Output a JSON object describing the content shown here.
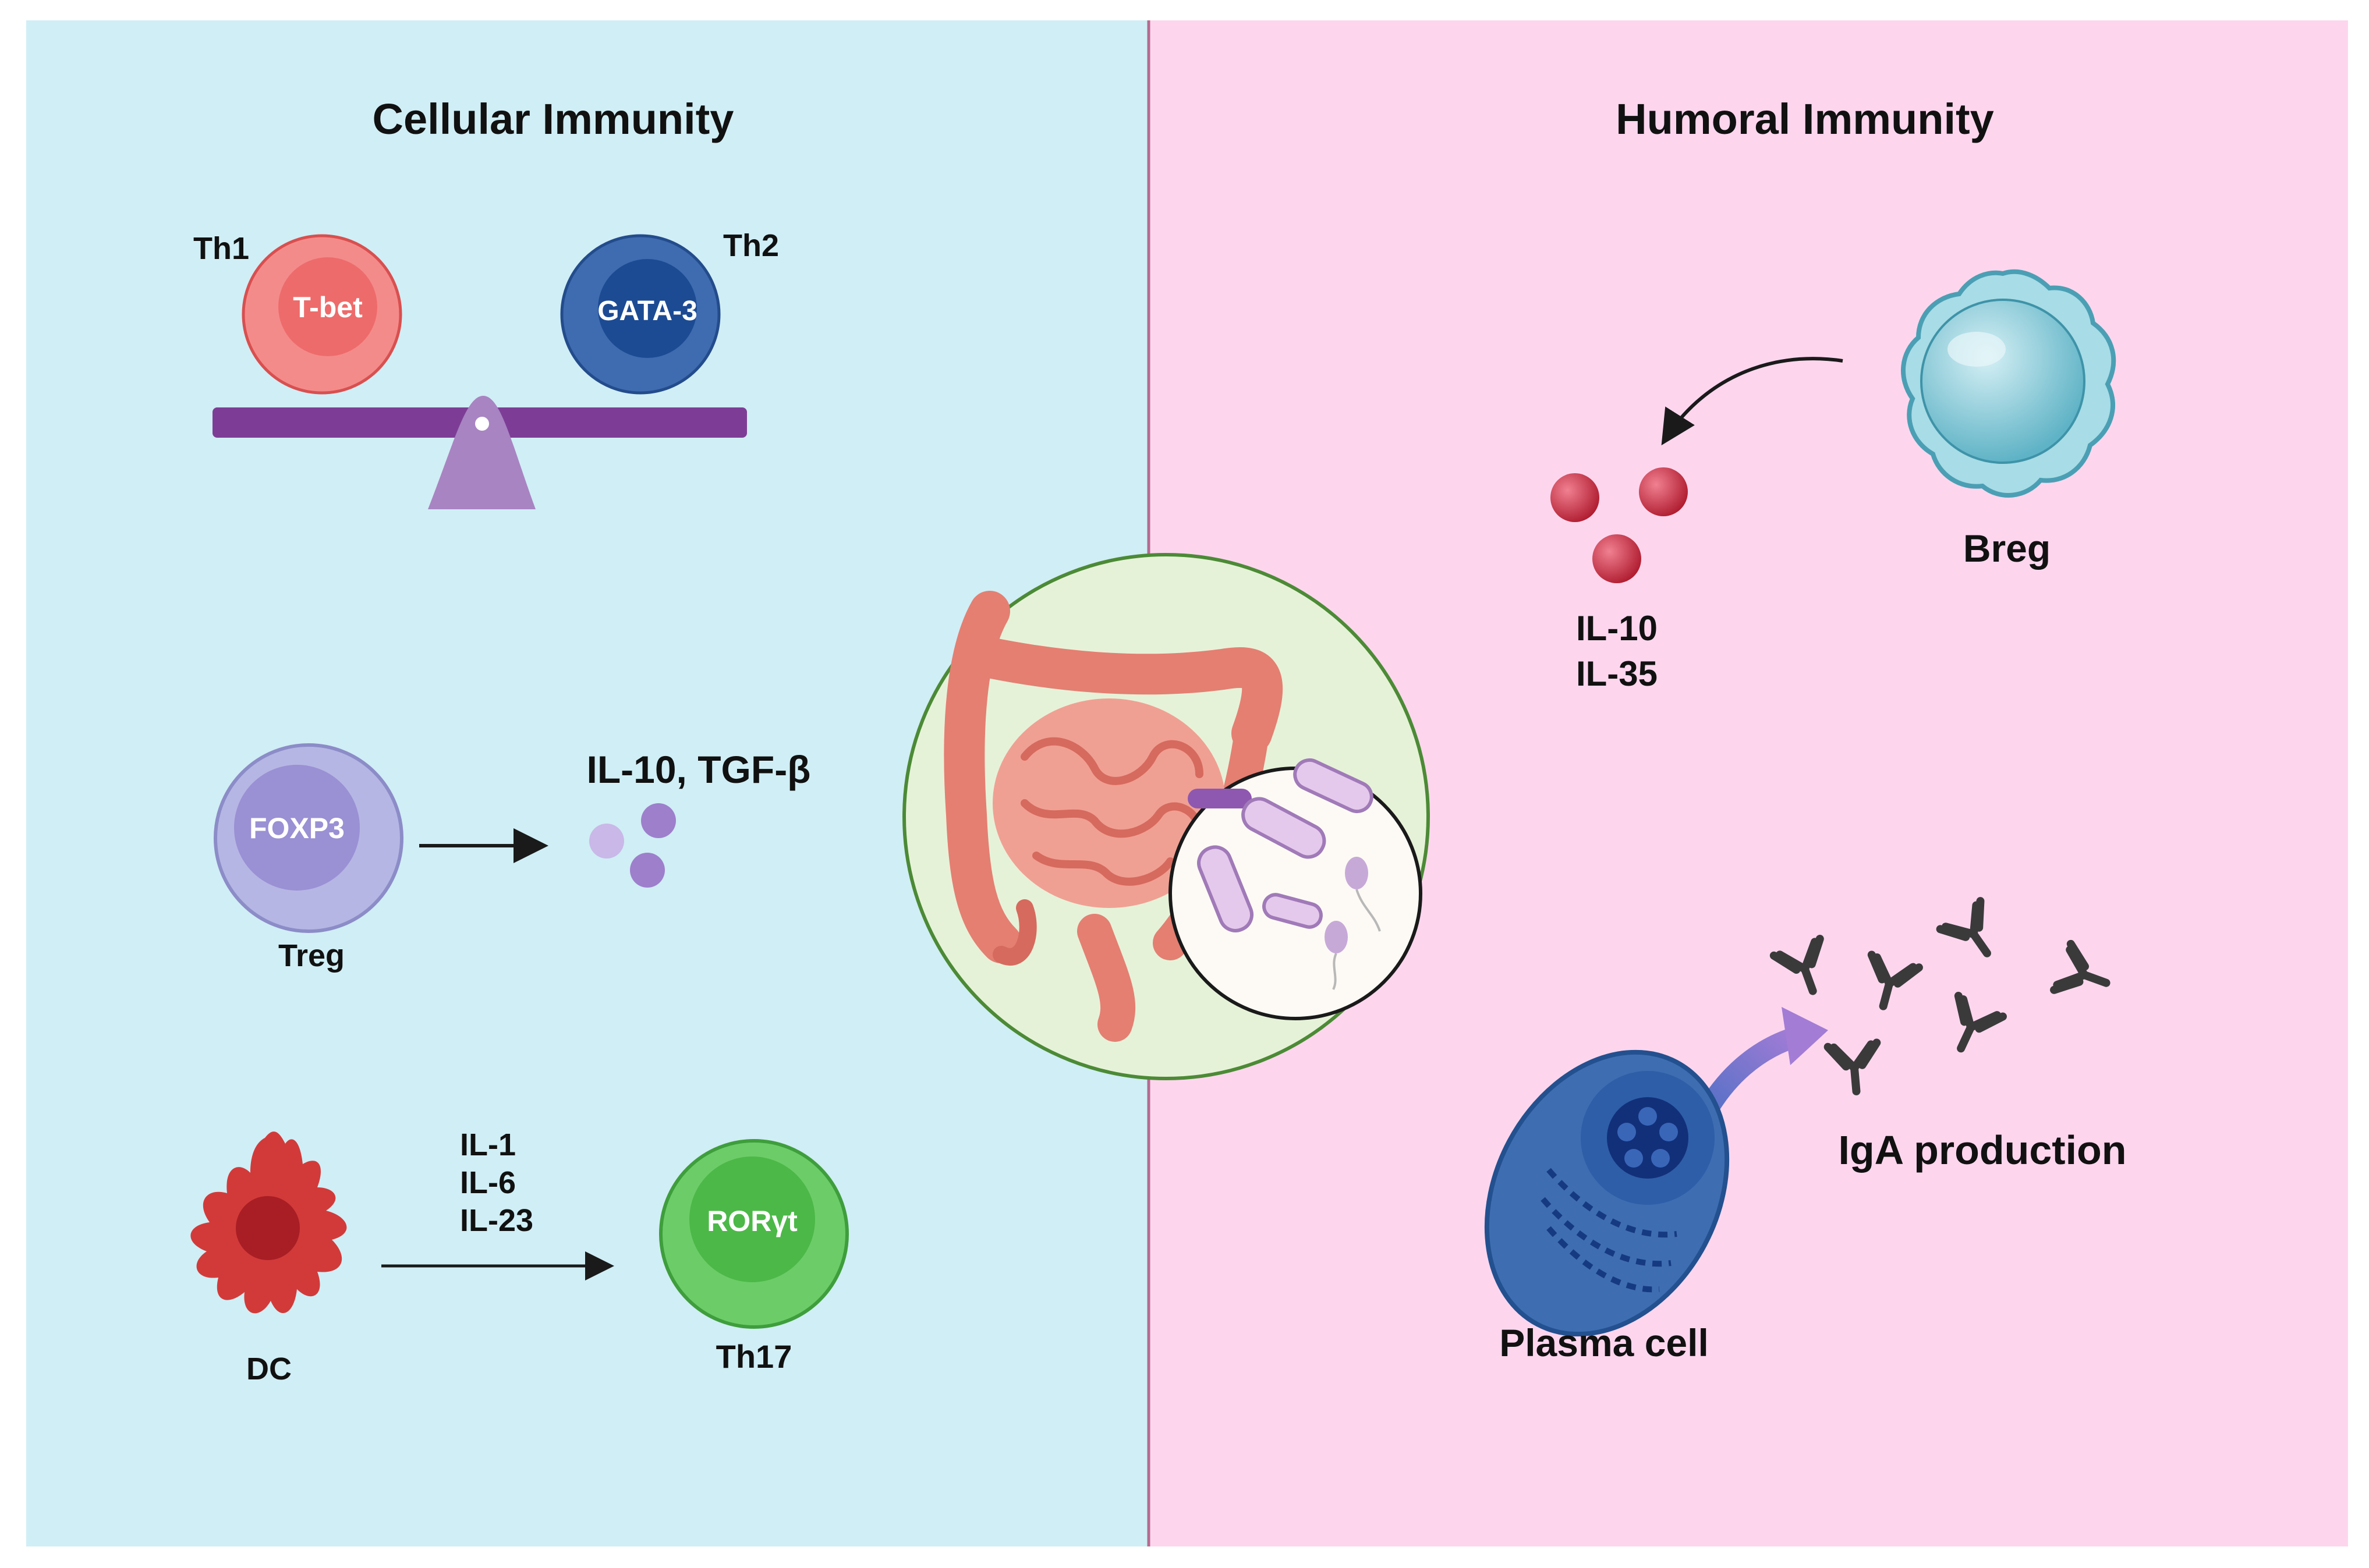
{
  "panels": {
    "cellular": {
      "title": "Cellular Immunity"
    },
    "humoral": {
      "title": "Humoral Immunity"
    }
  },
  "th_balance": {
    "th1_label": "Th1",
    "th1_marker": "T-bet",
    "th2_label": "Th2",
    "th2_marker": "GATA-3"
  },
  "treg": {
    "marker": "FOXP3",
    "label": "Treg",
    "cytokines": "IL-10, TGF-β"
  },
  "dc_th17": {
    "dc_label": "DC",
    "cytokines": [
      "IL-1",
      "IL-6",
      "IL-23"
    ],
    "marker": "RORγt",
    "th17_label": "Th17"
  },
  "breg": {
    "label": "Breg",
    "cytokines": [
      "IL-10",
      "IL-35"
    ]
  },
  "plasma": {
    "label": "Plasma cell",
    "product": "IgA production"
  },
  "colors": {
    "cellular_bg": "#d0eef5",
    "humoral_bg": "#fdd6ee",
    "divider": "#b56a8f",
    "th1": "#f48b8b",
    "th2": "#3f6cb0",
    "balance": "#7d3d96",
    "fulcrum": "#a884c2",
    "treg": "#b6b6e4",
    "treg_cytokine": "#a98fcf",
    "dc": "#d23a3a",
    "th17": "#6ccd68",
    "breg": "#8ed0df",
    "breg_cytokine": "#c9303f",
    "plasma": "#3e6db2",
    "antibody": "#3a3a3a",
    "gut_circle": "#e6f2d8",
    "gut": "#eb8d82"
  },
  "icons": {
    "balance": "balance-scale-icon",
    "gut": "intestine-icon",
    "microbiota": "bacteria-icon",
    "antibody": "antibody-icon"
  }
}
